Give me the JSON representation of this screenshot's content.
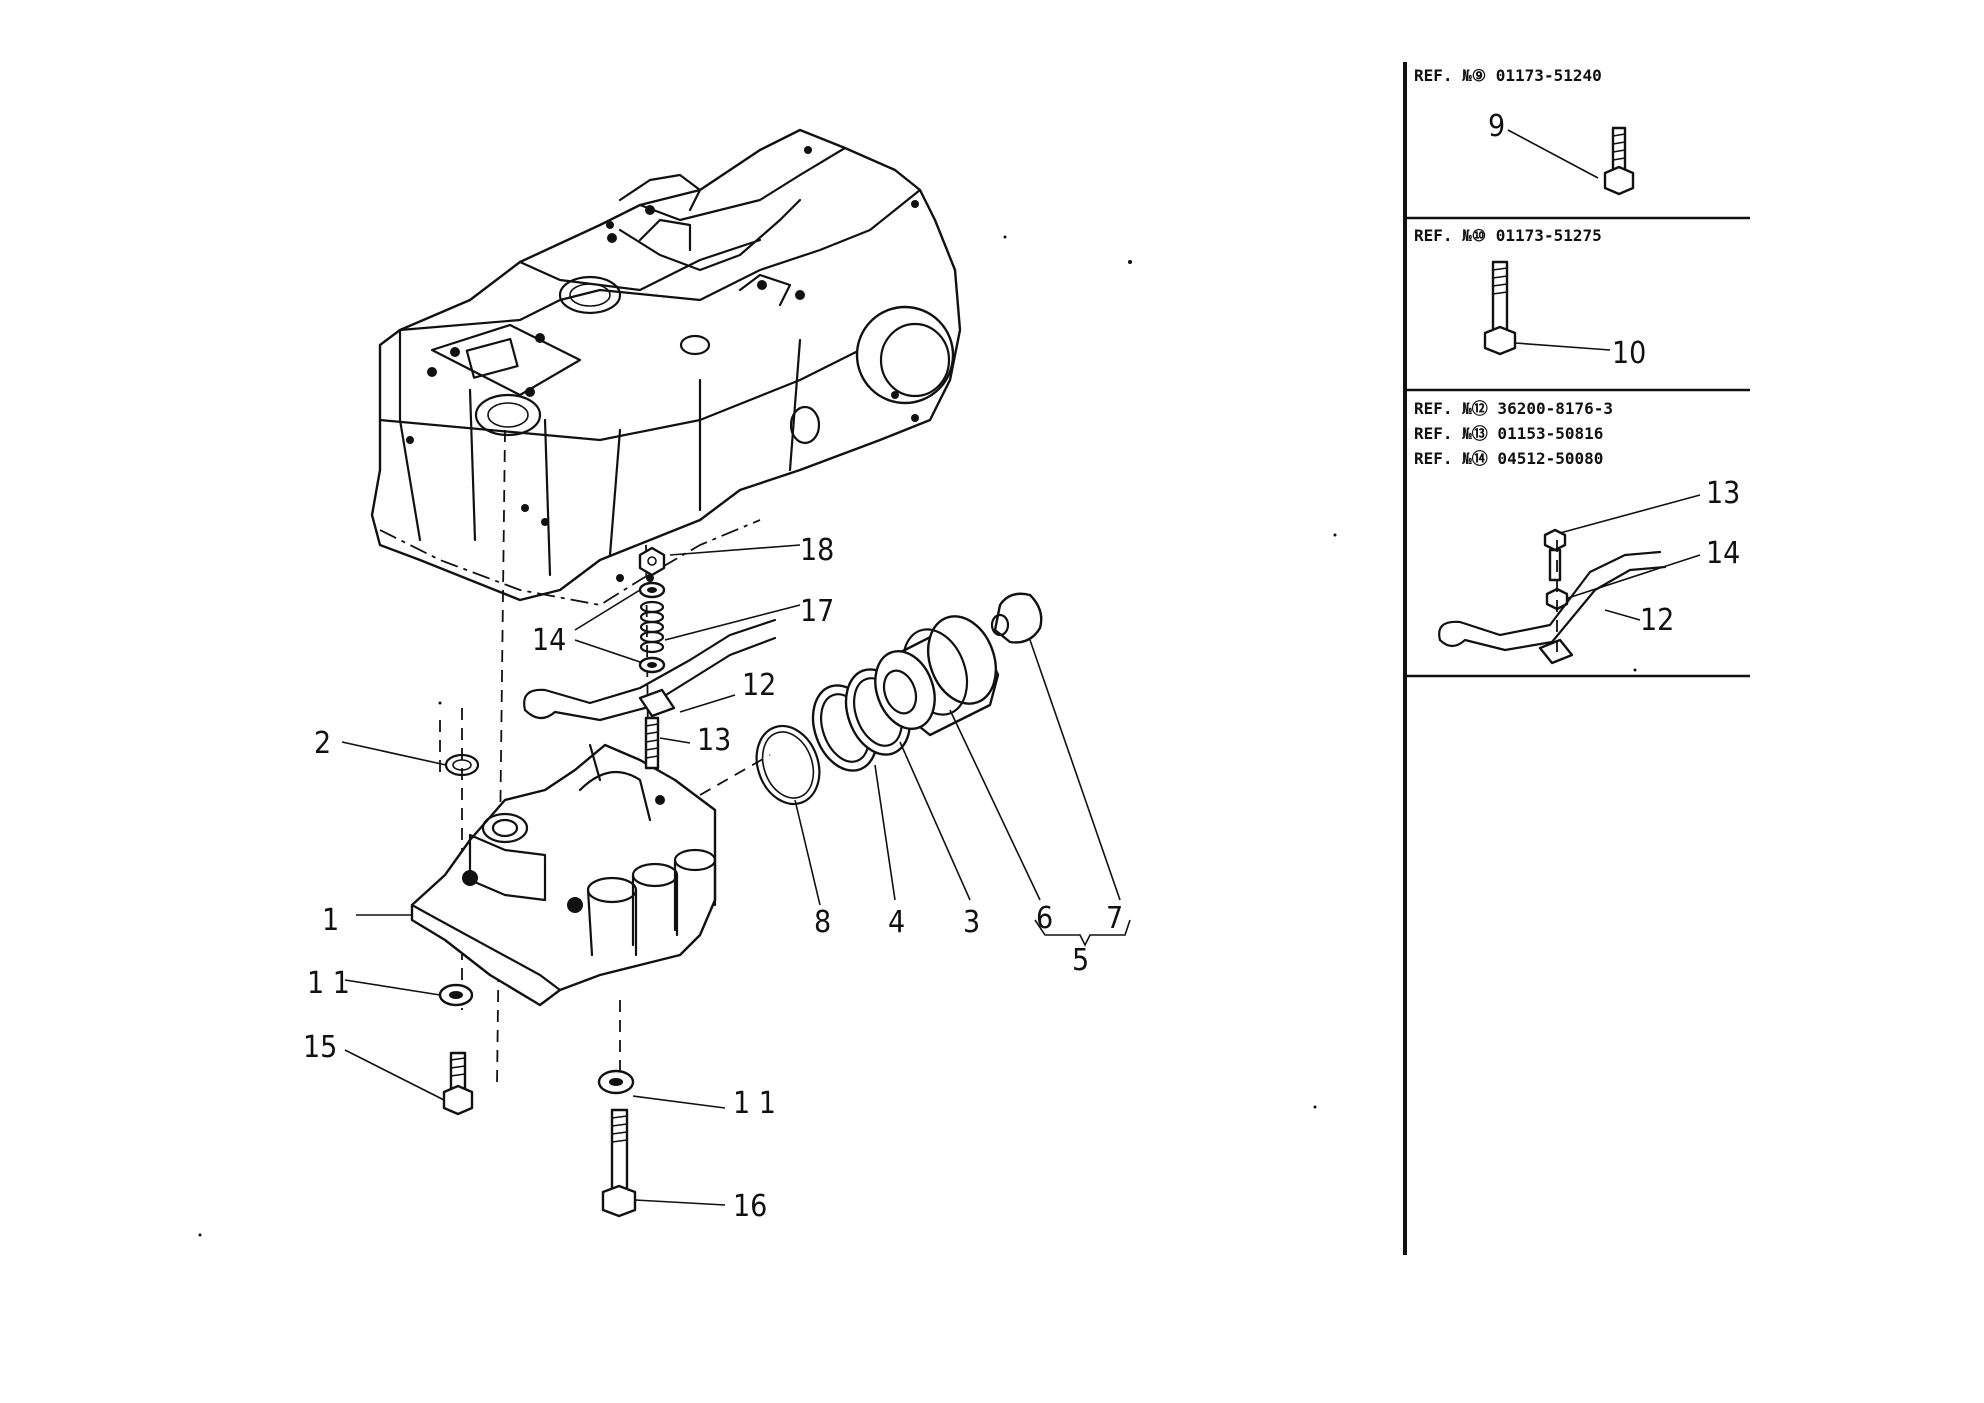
{
  "callouts": {
    "c1": "1",
    "c2": "2",
    "c3": "3",
    "c4": "4",
    "c5": "5",
    "c6": "6",
    "c7": "7",
    "c8": "8",
    "c11a": "1 1",
    "c11b": "1 1",
    "c12": "12",
    "c13": "13",
    "c14": "14",
    "c15": "15",
    "c16": "16",
    "c17": "17",
    "c18": "18"
  },
  "side_panels": {
    "panel_9": {
      "ref": "REF. №⑨ 01173-51240",
      "callout": "9"
    },
    "panel_10": {
      "ref": "REF. №⑩ 01173-51275",
      "callout": "10"
    },
    "panel_12": {
      "refs": [
        "REF. №⑫ 36200-8176-3",
        "REF. №⑬ 01153-50816",
        "REF. №⑭ 04512-50080"
      ],
      "callouts": {
        "c13": "13",
        "c14": "14",
        "c12": "12"
      }
    }
  }
}
